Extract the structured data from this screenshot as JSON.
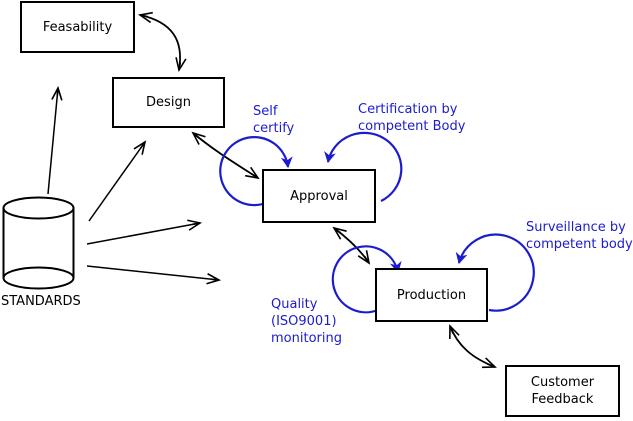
{
  "diagram": {
    "nodes": {
      "feasability": {
        "label": "Feasability"
      },
      "design": {
        "label": "Design"
      },
      "approval": {
        "label": "Approval"
      },
      "production": {
        "label": "Production"
      },
      "customer_feedback": {
        "line1": "Customer",
        "line2": "Feedback"
      },
      "standards": {
        "label": "STANDARDS"
      }
    },
    "annotations": {
      "self_certify": {
        "line1": "Self",
        "line2": "certify"
      },
      "certification_by": {
        "line1": "Certification by",
        "line2": "competent Body"
      },
      "surveillance_by": {
        "line1": "Surveillance by",
        "line2": "competent body"
      },
      "quality_monitoring": {
        "line1": "Quality",
        "line2": "(ISO9001)",
        "line3": "monitoring"
      }
    },
    "colors": {
      "annotation_blue": "#1c1ccd",
      "line_black": "#000000",
      "background": "#ffffff"
    }
  }
}
